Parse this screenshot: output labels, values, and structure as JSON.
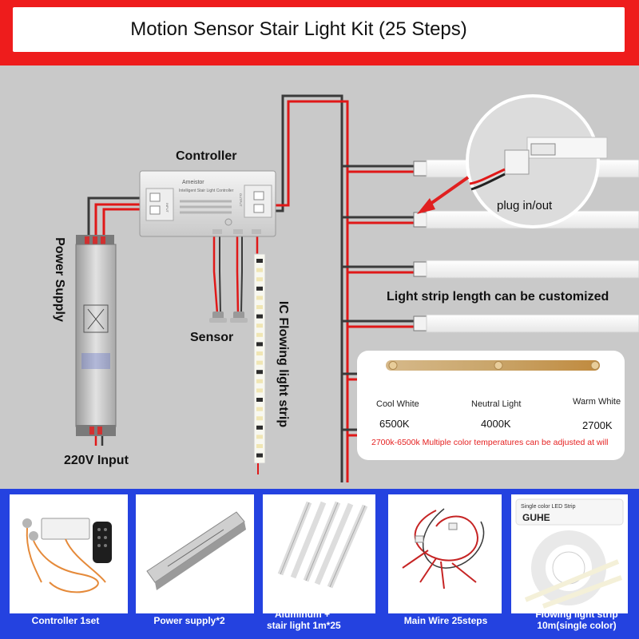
{
  "title": "Motion Sensor Stair Light Kit (25 Steps)",
  "labels": {
    "controller": "Controller",
    "power_supply": "Power Supply",
    "sensor": "Sensor",
    "ic_strip": "IC Flowing light strip",
    "input": "220V Input",
    "plug": "plug in/out",
    "custom_length": "Light strip length can be customized"
  },
  "controller_print": {
    "brand": "Ameistor",
    "model": "Intelligent Stair Light Controller",
    "input": "INPUT",
    "output": "OUTPUT"
  },
  "color_temperatures": {
    "items": [
      {
        "name": "Cool White",
        "kelvin": "6500K"
      },
      {
        "name": "Neutral Light",
        "kelvin": "4000K"
      },
      {
        "name": "Warm White",
        "kelvin": "2700K"
      }
    ],
    "note": "2700k-6500k Multiple color temperatures can be adjusted at will"
  },
  "products": [
    {
      "label_1": "Controller 1set",
      "label_2": ""
    },
    {
      "label_1": "Power supply*2",
      "label_2": ""
    },
    {
      "label_1": "Aluminum +",
      "label_2": "stair light 1m*25"
    },
    {
      "label_1": "Main Wire 25steps",
      "label_2": ""
    },
    {
      "label_1": "Flowing light strip",
      "label_2": "10m(single color)",
      "inset_title": "Single color LED Strip",
      "inset_brand": "GUHE"
    }
  ],
  "colors": {
    "red_band": "#ee1c1c",
    "blue_band": "#2442e0",
    "wire_red": "#e01818",
    "wire_dark": "#3a3a3a",
    "arrow": "#e02020"
  }
}
